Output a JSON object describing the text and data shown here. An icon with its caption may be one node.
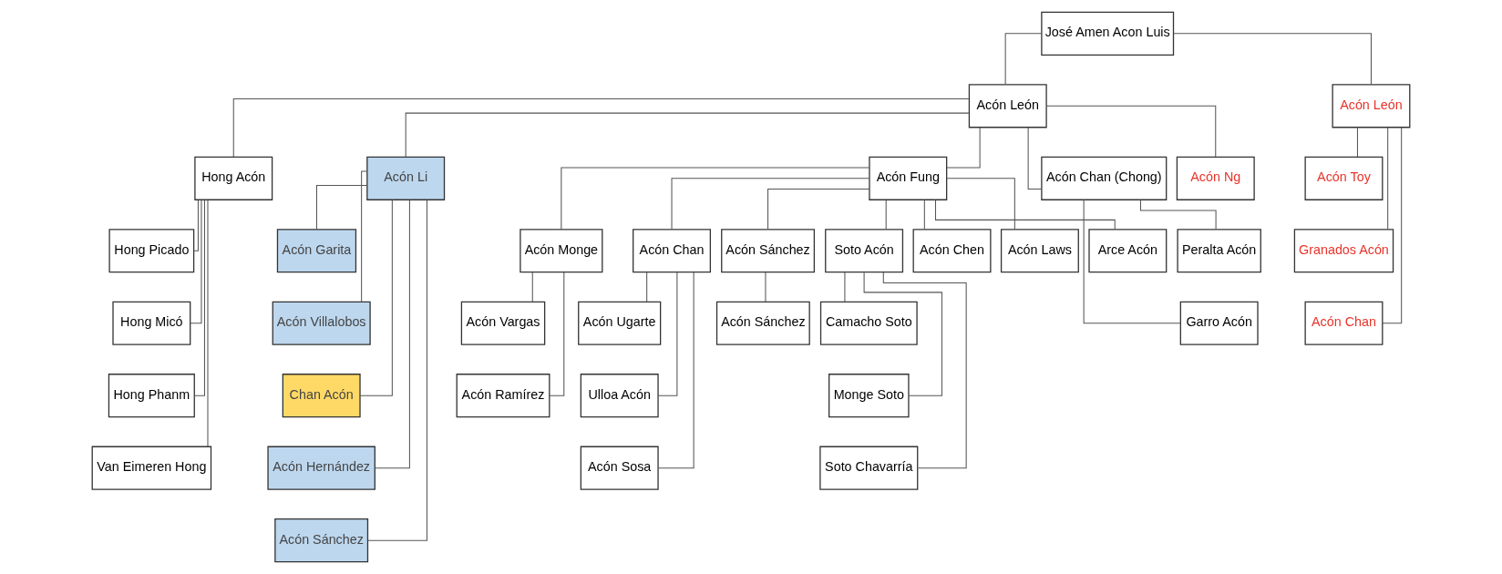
{
  "diagram": {
    "nodes": [
      {
        "text": [
          "José Amen Acon Luis"
        ]
      },
      {
        "text": [
          "Acón León"
        ]
      },
      {
        "text": [
          "Acón León"
        ]
      },
      {
        "text": [
          "Hong Acón"
        ]
      },
      {
        "text": [
          "Acón Li"
        ]
      },
      {
        "text": [
          "Acón Fung"
        ]
      },
      {
        "text": [
          "Acón Chan (Chong)"
        ]
      },
      {
        "text": [
          "Acón Ng"
        ]
      },
      {
        "text": [
          "Acón Toy"
        ]
      },
      {
        "text": [
          "Granados Acón"
        ]
      },
      {
        "text": [
          "Acón Chan"
        ]
      },
      {
        "text": [
          "Hong Picado"
        ]
      },
      {
        "text": [
          "Hong Micó"
        ]
      },
      {
        "text": [
          "Hong Phanm"
        ]
      },
      {
        "text": [
          "Van Eimeren Hong"
        ]
      },
      {
        "text": [
          "Acón Garita"
        ]
      },
      {
        "text": [
          "Acón Villalobos"
        ]
      },
      {
        "text": [
          "Chan Acón"
        ]
      },
      {
        "text": [
          "Acón Hernández"
        ]
      },
      {
        "text": [
          "Acón Sánchez"
        ]
      },
      {
        "text": [
          "Acón Monge"
        ]
      },
      {
        "text": [
          "Acón Chan"
        ]
      },
      {
        "text": [
          "Acón Sánchez"
        ]
      },
      {
        "text": [
          "Soto Acón"
        ]
      },
      {
        "text": [
          "Acón Chen"
        ]
      },
      {
        "text": [
          "Acón Laws"
        ]
      },
      {
        "text": [
          "Arce Acón"
        ]
      },
      {
        "text": [
          "Acón Vargas"
        ]
      },
      {
        "text": [
          "Acón Ramírez"
        ]
      },
      {
        "text": [
          "Acón Ugarte"
        ]
      },
      {
        "text": [
          "Ulloa Acón"
        ]
      },
      {
        "text": [
          "Acón Sosa"
        ]
      },
      {
        "text": [
          "Acón Sánchez"
        ]
      },
      {
        "text": [
          "Camacho Soto"
        ]
      },
      {
        "text": [
          "Monge Soto"
        ]
      },
      {
        "text": [
          "Soto Chavarría"
        ]
      },
      {
        "text": [
          "Peralta Acón"
        ]
      },
      {
        "text": [
          "Garro Acón"
        ]
      }
    ],
    "edges": [
      {
        "from": 0,
        "to": 1,
        "arrow": "none"
      },
      {
        "from": 0,
        "to": 2,
        "arrow": "none"
      },
      {
        "from": 1,
        "to": 3,
        "arrow": "none"
      },
      {
        "from": 1,
        "to": 4,
        "arrow": "none"
      },
      {
        "from": 1,
        "to": 5,
        "arrow": "none"
      },
      {
        "from": 1,
        "to": 6,
        "arrow": "none"
      },
      {
        "from": 1,
        "to": 7,
        "arrow": "none"
      },
      {
        "from": 2,
        "to": 8,
        "arrow": "none"
      },
      {
        "from": 2,
        "to": 9,
        "arrow": "none"
      },
      {
        "from": 2,
        "to": 10,
        "arrow": "none"
      },
      {
        "from": 3,
        "to": 11,
        "arrow": "none"
      },
      {
        "from": 3,
        "to": 12,
        "arrow": "none"
      },
      {
        "from": 3,
        "to": 13,
        "arrow": "none"
      },
      {
        "from": 3,
        "to": 14,
        "arrow": "none"
      },
      {
        "from": 4,
        "to": 15,
        "arrow": "none"
      },
      {
        "from": 4,
        "to": 16,
        "arrow": "none"
      },
      {
        "from": 4,
        "to": 17,
        "arrow": "none"
      },
      {
        "from": 4,
        "to": 18,
        "arrow": "none"
      },
      {
        "from": 4,
        "to": 19,
        "arrow": "none"
      },
      {
        "from": 5,
        "to": 20,
        "arrow": "none"
      },
      {
        "from": 5,
        "to": 21,
        "arrow": "none"
      },
      {
        "from": 5,
        "to": 22,
        "arrow": "none"
      },
      {
        "from": 5,
        "to": 23,
        "arrow": "none"
      },
      {
        "from": 5,
        "to": 24,
        "arrow": "none"
      },
      {
        "from": 5,
        "to": 25,
        "arrow": "none"
      },
      {
        "from": 5,
        "to": 26,
        "arrow": "none"
      },
      {
        "from": 20,
        "to": 27,
        "arrow": "none"
      },
      {
        "from": 20,
        "to": 28,
        "arrow": "none"
      },
      {
        "from": 21,
        "to": 29,
        "arrow": "none"
      },
      {
        "from": 21,
        "to": 30,
        "arrow": "none"
      },
      {
        "from": 21,
        "to": 31,
        "arrow": "none"
      },
      {
        "from": 22,
        "to": 32,
        "arrow": "none"
      },
      {
        "from": 23,
        "to": 33,
        "arrow": "none"
      },
      {
        "from": 23,
        "to": 34,
        "arrow": "none"
      },
      {
        "from": 23,
        "to": 35,
        "arrow": "none"
      },
      {
        "from": 6,
        "to": 36,
        "arrow": "none"
      },
      {
        "from": 6,
        "to": 37,
        "arrow": "none"
      }
    ]
  }
}
